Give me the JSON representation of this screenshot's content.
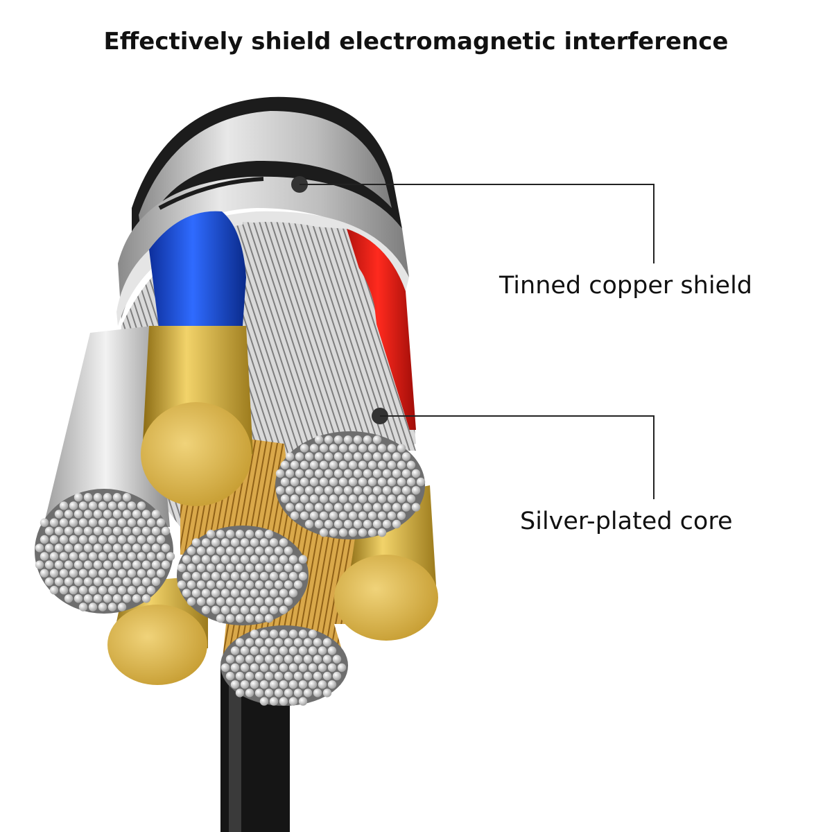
{
  "title": "Effectively shield electromagnetic interference",
  "callouts": {
    "shield": "Tinned copper shield",
    "core": "Silver-plated core"
  },
  "colors": {
    "background": "#ffffff",
    "shield_silver": "#c9c9c9",
    "jacket_black": "#1a1a1a",
    "insulation_blue": "#1f4fd8",
    "insulation_red": "#d8231c",
    "gold_conductor": "#c9a43a",
    "leader_line": "#222222"
  },
  "illustration": {
    "subject": "cable-cross-section",
    "parts": [
      "outer-jacket",
      "tinned-copper-shield",
      "blue-insulated-wire",
      "red-insulated-wire",
      "gold-plated-conductors",
      "silver-plated-strand-bundles"
    ]
  }
}
